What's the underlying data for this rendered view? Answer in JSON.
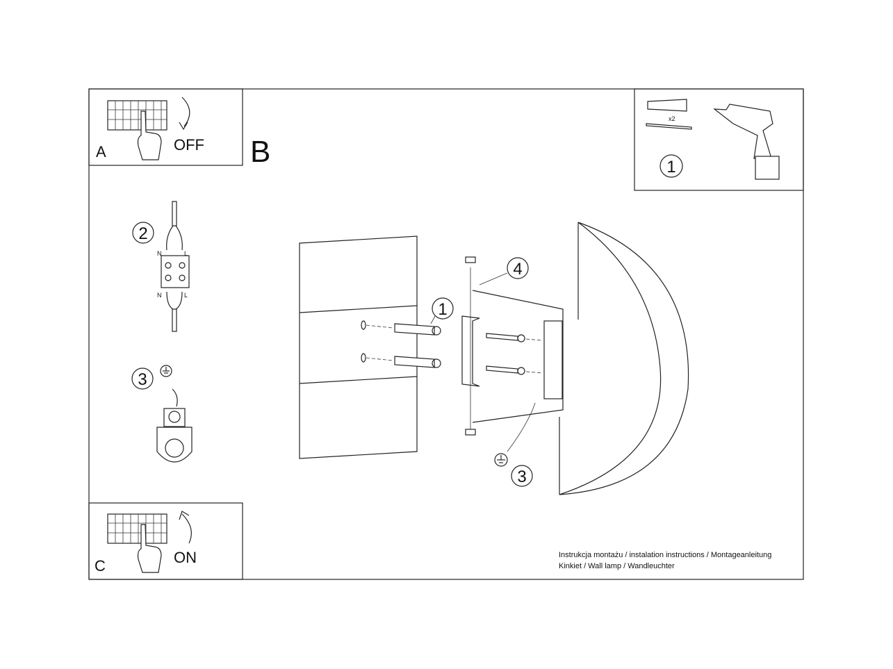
{
  "panels": {
    "a": {
      "letter": "A",
      "action": "OFF"
    },
    "b": {
      "letter": "B"
    },
    "c": {
      "letter": "C",
      "action": "ON"
    }
  },
  "tools": {
    "quantity": "x2",
    "step": "1"
  },
  "steps": {
    "wiring": "2",
    "ground": "3"
  },
  "wire_labels": {
    "neutral": "N",
    "live": "L"
  },
  "callouts": {
    "anchor": "1",
    "mount": "4",
    "ground": "3"
  },
  "footer": {
    "line1": "Instrukcja montażu / instalation instructions / Montageanleitung",
    "line2": "Kinkiet / Wall lamp / Wandleuchter"
  }
}
